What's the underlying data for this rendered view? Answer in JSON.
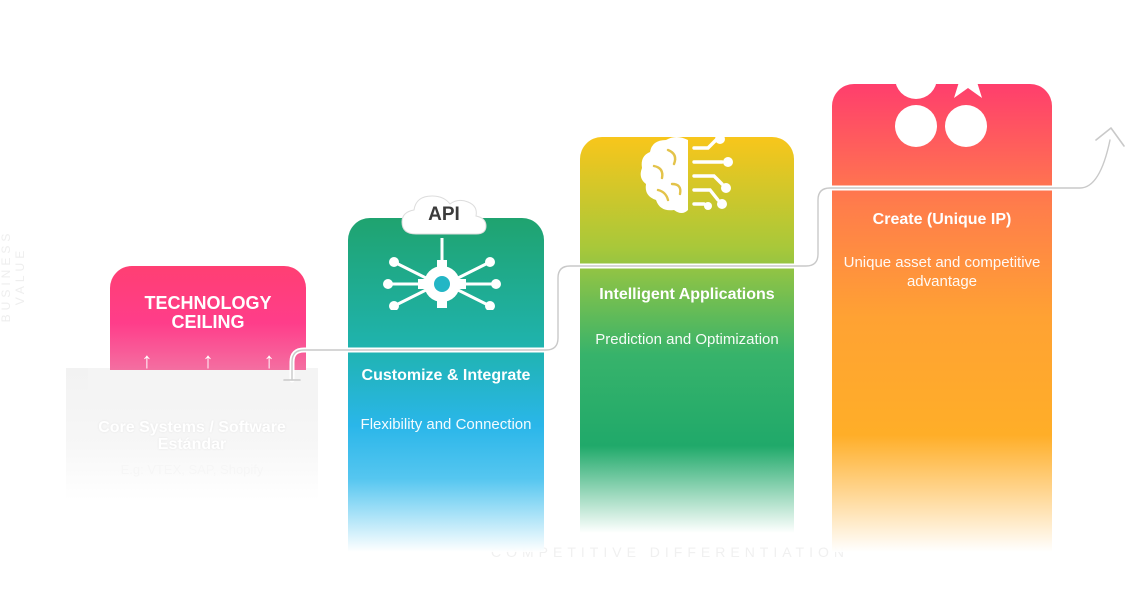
{
  "axes": {
    "y_label": "BUSINESS VALUE",
    "x_label": "COMPETITIVE DIFFERENTIATION"
  },
  "stages": [
    {
      "title": "TECHNOLOGY CEILING",
      "arrows": "↑ ↑ ↑",
      "box_title": "Core Systems / Software Estándar",
      "box_subtitle": "E.g: VTEX, SAP, Shopify",
      "color": "#ff3f7d"
    },
    {
      "badge": "API",
      "title": "Customize & Integrate",
      "subtitle": "Flexibility and Connection",
      "icon": "gear-network-icon",
      "color": "#22b8d8"
    },
    {
      "title": "Intelligent Applications",
      "subtitle": "Prediction and Optimization",
      "icon": "brain-circuit-icon",
      "color": "#2dae6a"
    },
    {
      "title": "Create (Unique IP)",
      "subtitle": "Unique asset and competitive advantage",
      "icon": "circles-star-icon",
      "color": "#ffa233"
    }
  ]
}
